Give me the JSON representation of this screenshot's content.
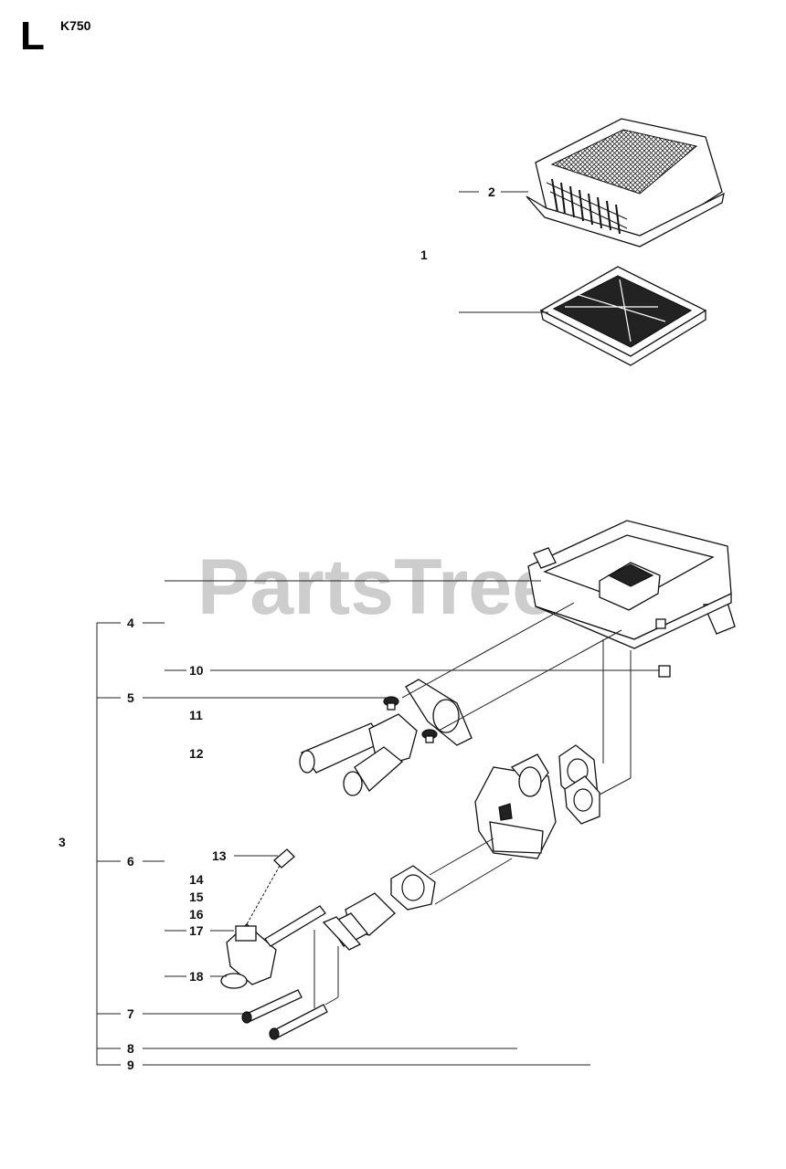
{
  "header": {
    "section": "L",
    "model": "K750"
  },
  "watermark": "PartsTree",
  "callouts": [
    "1",
    "2",
    "3",
    "4",
    "5",
    "6",
    "7",
    "8",
    "9",
    "10",
    "11",
    "12",
    "13",
    "14",
    "15",
    "16",
    "17",
    "18"
  ]
}
